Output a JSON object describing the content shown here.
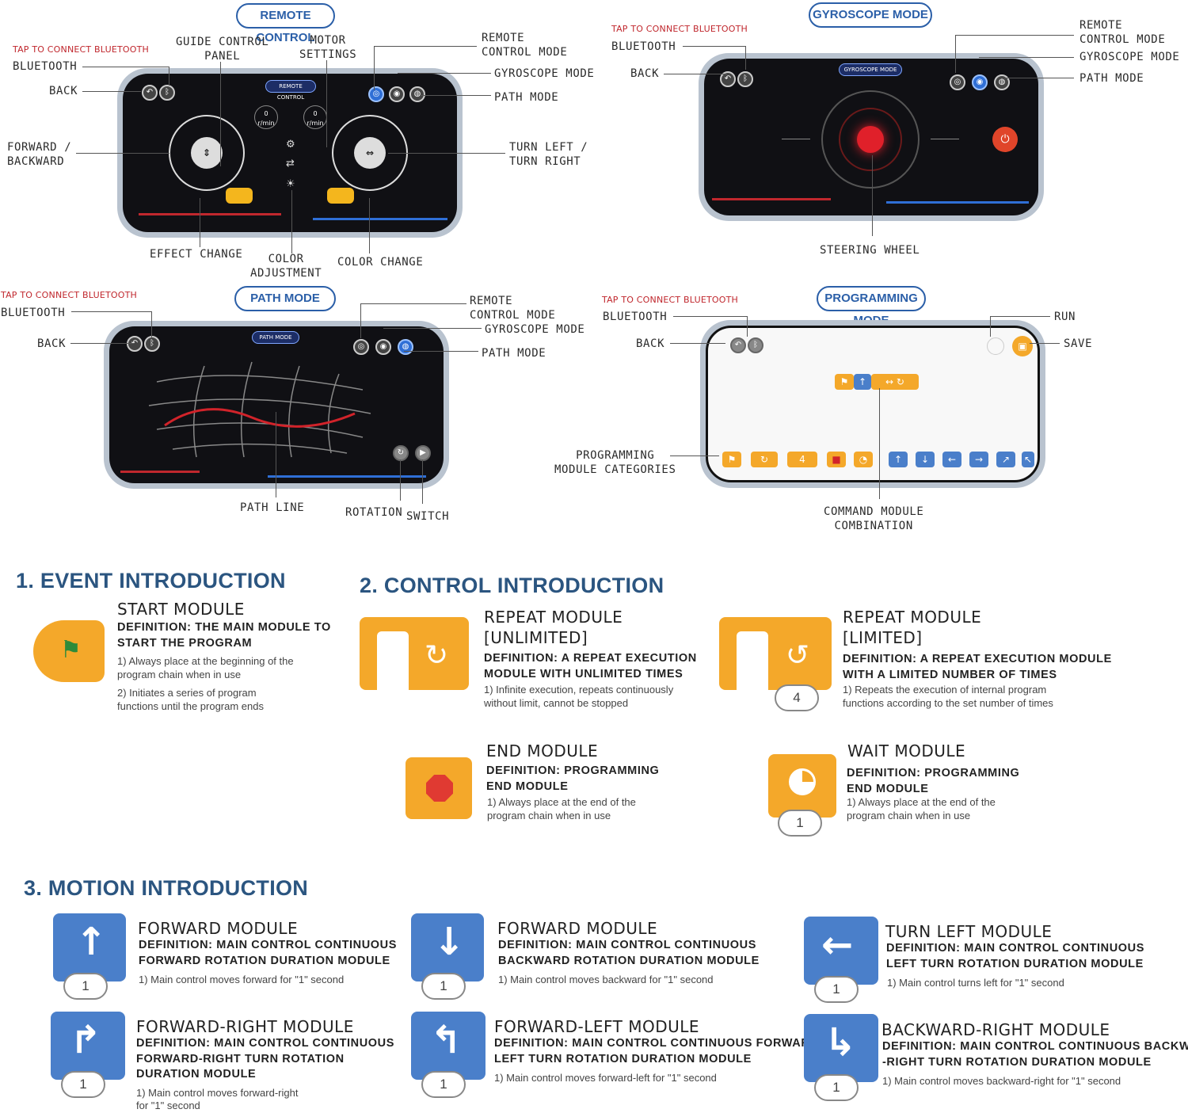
{
  "remote": {
    "title": "REMOTE CONTROL",
    "screen_title": "REMOTE CONTROL",
    "tap": "TAP TO CONNECT BLUETOOTH",
    "bluetooth": "BLUETOOTH",
    "back": "BACK",
    "guide": "GUIDE CONTROL\nPANEL",
    "motor": "MOTOR\nSETTINGS",
    "rc_mode": "REMOTE\nCONTROL MODE",
    "gyro_mode": "GYROSCOPE MODE",
    "path_mode": "PATH MODE",
    "fwd": "FORWARD /\nBACKWARD",
    "turn": "TURN LEFT /\nTURN RIGHT",
    "effect": "EFFECT CHANGE",
    "color_adj": "COLOR\nADJUSTMENT",
    "color_change": "COLOR CHANGE",
    "rpm_left_value": "0",
    "rpm_right_value": "0",
    "rpm_unit": "r/min"
  },
  "gyro": {
    "title": "GYROSCOPE MODE",
    "screen_title": "GYROSCOPE MODE",
    "tap": "TAP TO CONNECT BLUETOOTH",
    "bluetooth": "BLUETOOTH",
    "back": "BACK",
    "rc_mode": "REMOTE\nCONTROL MODE",
    "gyro_mode": "GYROSCOPE MODE",
    "path_mode": "PATH MODE",
    "steering": "STEERING WHEEL"
  },
  "path": {
    "title": "PATH MODE",
    "screen_title": "PATH MODE",
    "tap": "TAP TO CONNECT BLUETOOTH",
    "bluetooth": "BLUETOOTH",
    "back": "BACK",
    "rc_mode": "REMOTE\nCONTROL MODE",
    "gyro_mode": "GYROSCOPE MODE",
    "path_mode": "PATH MODE",
    "path_line": "PATH LINE",
    "rotation": "ROTATION",
    "switch": "SWITCH"
  },
  "prog": {
    "title": "PROGRAMMING MODE",
    "tap": "TAP TO CONNECT BLUETOOTH",
    "bluetooth": "BLUETOOTH",
    "back": "BACK",
    "run": "RUN",
    "save": "SAVE",
    "categories": "PROGRAMMING\nMODULE CATEGORIES",
    "combination": "COMMAND MODULE\nCOMBINATION",
    "repeat_count": "4"
  },
  "sections": {
    "event": "1. EVENT INTRODUCTION",
    "control": "2. CONTROL INTRODUCTION",
    "motion": "3. MOTION INTRODUCTION"
  },
  "modules": {
    "start": {
      "title": "START MODULE",
      "def": "DEFINITION: THE MAIN MODULE TO\nSTART THE PROGRAM",
      "n1": "1) Always place at the beginning of the\nprogram chain when in use",
      "n2": "2) Initiates a series of program\nfunctions until the program ends"
    },
    "repeat_u": {
      "title": "REPEAT MODULE\n[UNLIMITED]",
      "def": "DEFINITION: A REPEAT EXECUTION\nMODULE WITH UNLIMITED TIMES",
      "n1": "1) Infinite execution, repeats continuously\nwithout limit, cannot be stopped"
    },
    "repeat_l": {
      "title": "REPEAT MODULE\n[LIMITED]",
      "def": "DEFINITION: A REPEAT EXECUTION MODULE\nWITH A LIMITED NUMBER OF TIMES",
      "n1": "1) Repeats the execution of internal program\nfunctions according to the set number of times",
      "count": "4"
    },
    "end": {
      "title": "END MODULE",
      "def": "DEFINITION: PROGRAMMING\nEND MODULE",
      "n1": "1) Always place at the end of the\nprogram chain when in use"
    },
    "wait": {
      "title": "WAIT MODULE",
      "def": "DEFINITION: PROGRAMMING\nEND MODULE",
      "n1": "1) Always place at the end of the\nprogram chain when in use",
      "count": "1"
    },
    "forward": {
      "title": "FORWARD MODULE",
      "def": "DEFINITION: MAIN CONTROL CONTINUOUS\nFORWARD ROTATION DURATION MODULE",
      "n1": "1) Main control moves forward for \"1\" second",
      "count": "1"
    },
    "backward": {
      "title": "FORWARD MODULE",
      "def": "DEFINITION: MAIN CONTROL CONTINUOUS\nBACKWARD ROTATION DURATION MODULE",
      "n1": "1) Main control moves backward for \"1\" second",
      "count": "1"
    },
    "left": {
      "title": "TURN LEFT MODULE",
      "def": "DEFINITION: MAIN CONTROL CONTINUOUS\nLEFT TURN ROTATION DURATION MODULE",
      "n1": "1) Main control turns left for \"1\" second",
      "count": "1"
    },
    "fright": {
      "title": "FORWARD-RIGHT MODULE",
      "def": "DEFINITION: MAIN CONTROL CONTINUOUS\nFORWARD-RIGHT TURN ROTATION\nDURATION MODULE",
      "n1": "1) Main control moves forward-right\nfor \"1\" second",
      "count": "1"
    },
    "fleft": {
      "title": "FORWARD-LEFT MODULE",
      "def": "DEFINITION: MAIN CONTROL CONTINUOUS FORWARD-\nLEFT TURN ROTATION DURATION MODULE",
      "n1": "1) Main control moves forward-left for \"1\" second",
      "count": "1"
    },
    "bright": {
      "title": "BACKWARD-RIGHT MODULE",
      "def": "DEFINITION: MAIN CONTROL CONTINUOUS BACKWARD\n-RIGHT TURN ROTATION DURATION MODULE",
      "n1": "1) Main control moves backward-right for \"1\" second",
      "count": "1"
    }
  },
  "colors": {
    "accent": "#2b5580",
    "orange": "#f4a82a",
    "blue": "#4a7fca",
    "red": "#c0272d"
  }
}
